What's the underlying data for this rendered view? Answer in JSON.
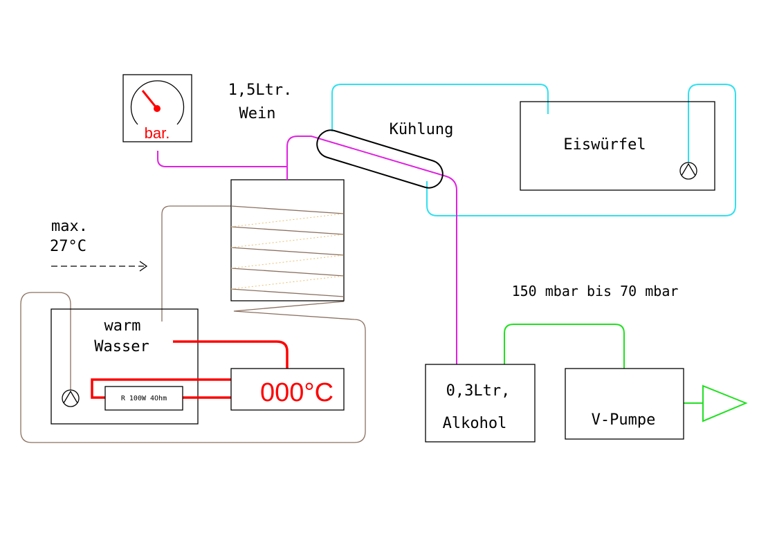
{
  "labels": {
    "gauge_unit": "bar.",
    "wine_volume": "1,5Ltr.",
    "wine_name": "Wein",
    "cooling": "Kühlung",
    "ice": "Eiswürfel",
    "max_label": "max.",
    "max_temp": "27°C",
    "warm_line1": "warm",
    "warm_line2": "Wasser",
    "resistor": "R 100W 4Ohm",
    "temp_display": "000°C",
    "pressure_range": "150 mbar bis 70 mbar",
    "alcohol_line1": "0,3Ltr,",
    "alcohol_line2": "Alkohol",
    "pump": "V-Pumpe"
  },
  "colors": {
    "vapor_line": "#e020e0",
    "cooling_water": "#30e0f0",
    "vacuum_line": "#20e020",
    "heater_wire": "#ff0000",
    "warm_water_loop": "#8b6f5f",
    "coil": "#8b6f5f",
    "outline": "#000000"
  },
  "icons": [
    "pressure-gauge-icon",
    "pump-icon",
    "exhaust-arrow-icon"
  ]
}
